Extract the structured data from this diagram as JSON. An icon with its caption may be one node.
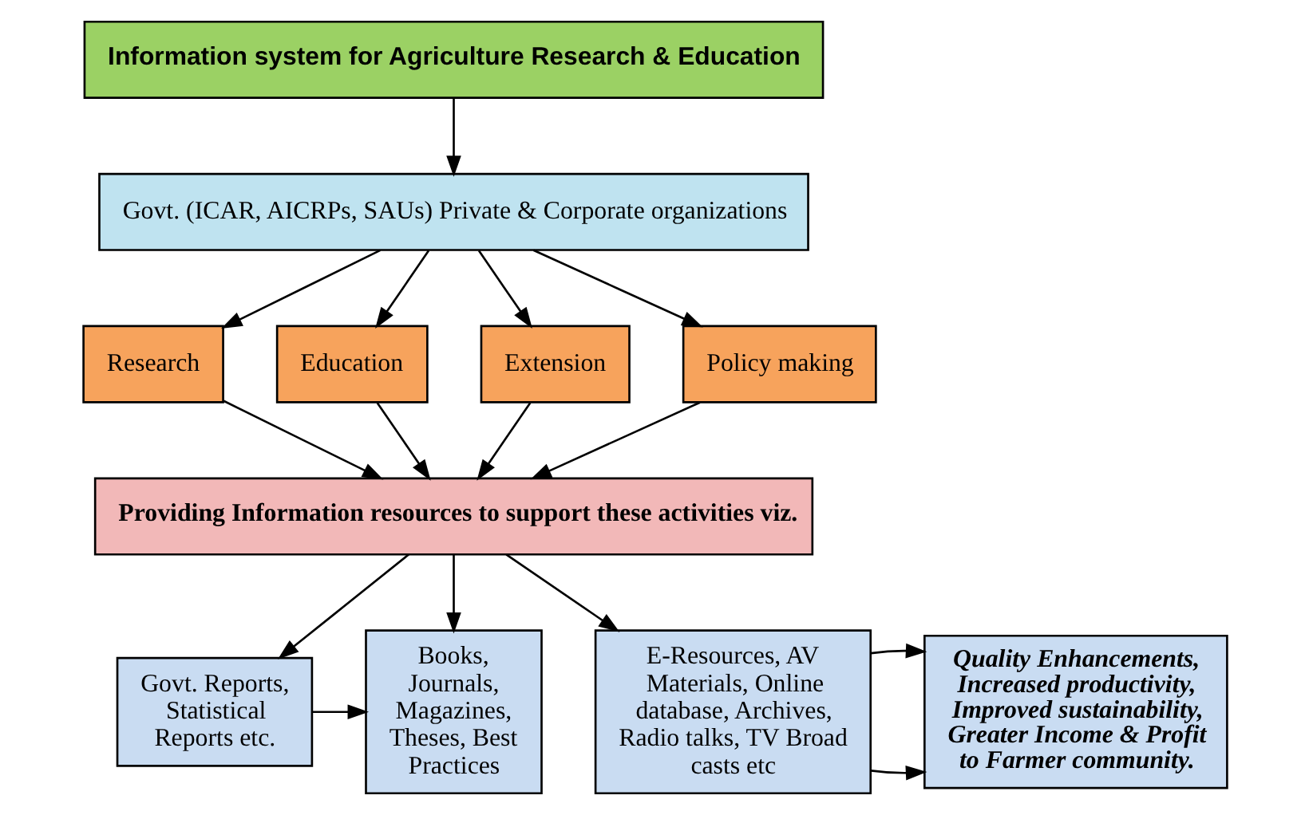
{
  "diagram": {
    "nodes": [
      {
        "text": [
          "Information system for Agriculture Research & Education"
        ]
      },
      {
        "text": [
          "Govt. (ICAR, AICRPs, SAUs) Private & Corporate organizations"
        ]
      },
      {
        "text": [
          "Research"
        ]
      },
      {
        "text": [
          "Education"
        ]
      },
      {
        "text": [
          "Extension"
        ]
      },
      {
        "text": [
          "Policy making"
        ]
      },
      {
        "text": [
          "Providing Information resources to support these activities viz."
        ]
      },
      {
        "text": [
          "Govt. Reports, Statistical Reports etc."
        ]
      },
      {
        "text": [
          "Books, Journals, Magazines, Theses, Best Practices"
        ]
      },
      {
        "text": [
          "E-Resources, AV Materials, Online database, Archives, Radio talks, TV Broad casts etc"
        ]
      },
      {
        "text": [
          "Quality Enhancements, Increased productivity, Improved sustainability, Greater Income & Profit to Farmer community."
        ]
      }
    ],
    "edges": [
      {
        "from": 0,
        "to": 1,
        "arrow": "to"
      },
      {
        "from": 1,
        "to": 2,
        "arrow": "to"
      },
      {
        "from": 1,
        "to": 3,
        "arrow": "to"
      },
      {
        "from": 1,
        "to": 4,
        "arrow": "to"
      },
      {
        "from": 1,
        "to": 5,
        "arrow": "to"
      },
      {
        "from": 2,
        "to": 6,
        "arrow": "to"
      },
      {
        "from": 3,
        "to": 6,
        "arrow": "to"
      },
      {
        "from": 4,
        "to": 6,
        "arrow": "to"
      },
      {
        "from": 5,
        "to": 6,
        "arrow": "to"
      },
      {
        "from": 6,
        "to": 7,
        "arrow": "to"
      },
      {
        "from": 6,
        "to": 8,
        "arrow": "to"
      },
      {
        "from": 6,
        "to": 9,
        "arrow": "to"
      },
      {
        "from": 7,
        "to": 8,
        "arrow": "to"
      },
      {
        "from": 9,
        "to": 10,
        "arrow": "to"
      },
      {
        "from": 9,
        "to": 10,
        "arrow": "to"
      }
    ]
  }
}
